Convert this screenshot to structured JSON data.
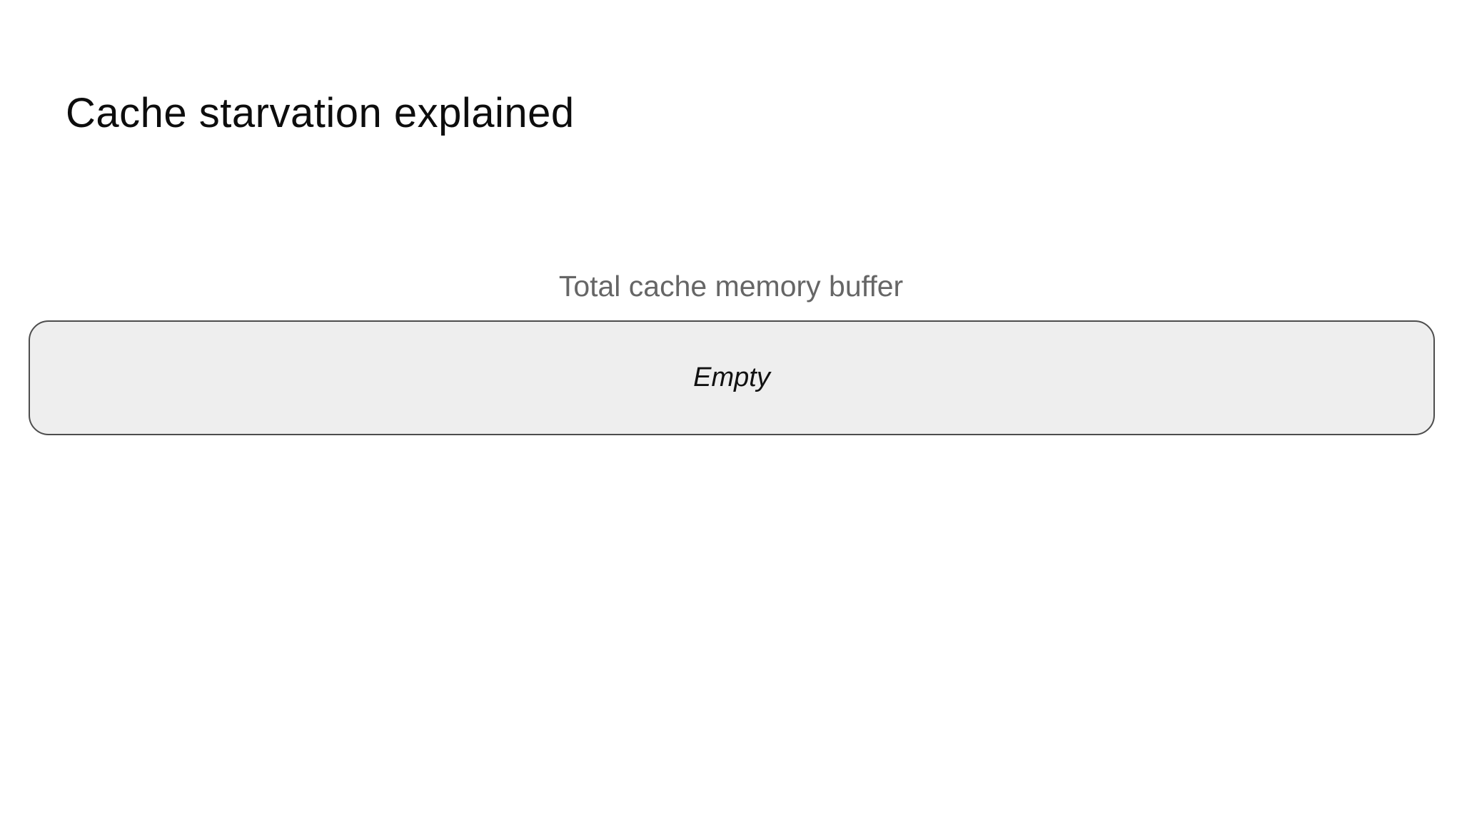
{
  "slide": {
    "title": "Cache starvation explained",
    "buffer": {
      "caption": "Total cache memory buffer",
      "state": "Empty"
    },
    "colors": {
      "background": "#ffffff",
      "title_text": "#0d0d0d",
      "caption_text": "#666666",
      "buffer_fill": "#eeeeee",
      "buffer_border": "#4d4d4d",
      "state_text": "#111111"
    }
  }
}
